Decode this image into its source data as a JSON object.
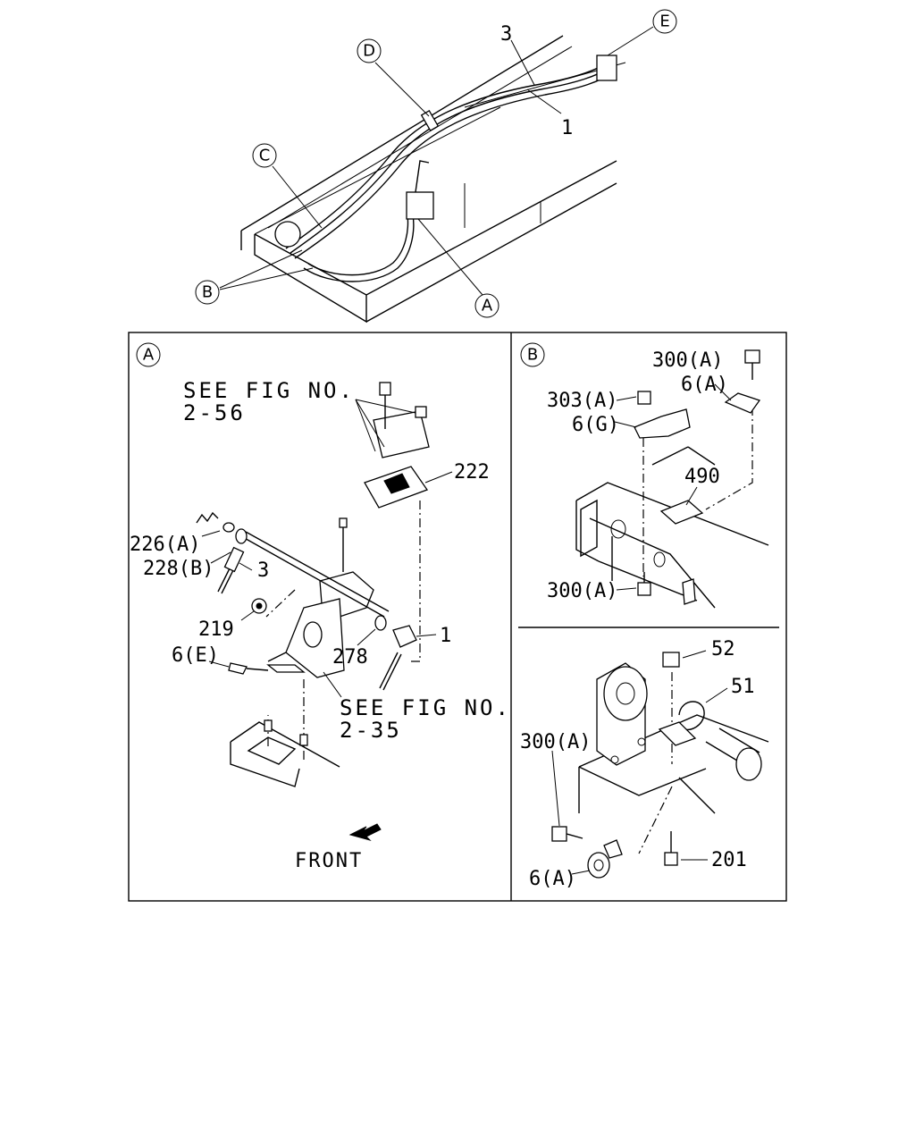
{
  "overview": {
    "callouts": {
      "a": "A",
      "b": "B",
      "c": "C",
      "d": "D",
      "e": "E"
    },
    "part_numbers": {
      "p3": "3",
      "p1": "1"
    }
  },
  "panel_a": {
    "badge": "A",
    "see_fig_1": [
      "SEE FIG NO.",
      "2-56"
    ],
    "see_fig_2": [
      "SEE FIG NO.",
      "2-35"
    ],
    "parts": {
      "p222": "222",
      "p226a": "226(A)",
      "p228b": "228(B)",
      "p3": "3",
      "p219": "219",
      "p278": "278",
      "p1": "1",
      "p6e": "6(E)"
    },
    "front_label": "FRONT"
  },
  "panel_b": {
    "badge": "B",
    "parts": {
      "p300a_top": "300(A)",
      "p6a_top": "6(A)",
      "p303a": "303(A)",
      "p6g": "6(G)",
      "p490": "490",
      "p300a_bottom": "300(A)"
    }
  },
  "panel_c": {
    "parts": {
      "p52": "52",
      "p51": "51",
      "p300a": "300(A)",
      "p201": "201",
      "p6a": "6(A)"
    }
  }
}
